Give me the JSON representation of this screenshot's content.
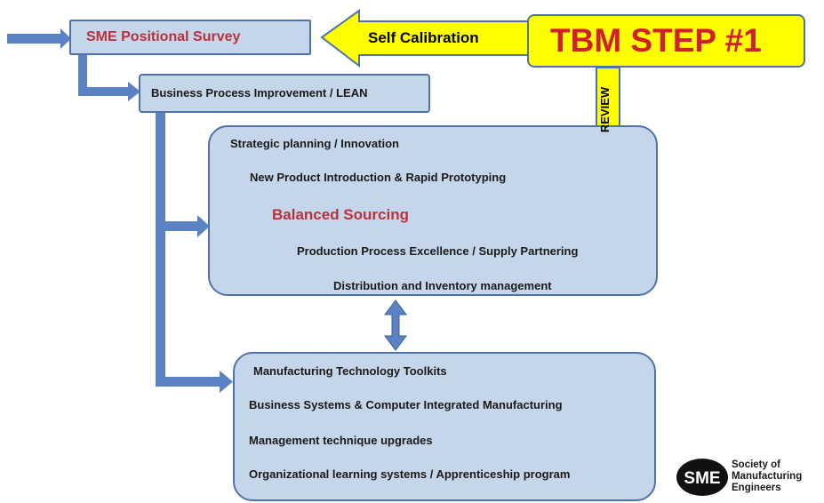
{
  "survey_box": {
    "label": "SME Positional Survey"
  },
  "bpi_box": {
    "label": "Business Process Improvement / LEAN"
  },
  "tbm_box": {
    "label": "TBM STEP #1"
  },
  "self_calibration": {
    "label": "Self Calibration"
  },
  "review": {
    "label": "REVIEW"
  },
  "strategic_box": {
    "items": [
      "Strategic planning / Innovation",
      "New Product Introduction & Rapid Prototyping",
      "Balanced Sourcing",
      "Production Process Excellence / Supply Partnering",
      "Distribution and Inventory management"
    ]
  },
  "toolkit_box": {
    "items": [
      "Manufacturing Technology Toolkits",
      "Business Systems & Computer Integrated Manufacturing",
      "Management technique upgrades",
      "Organizational learning systems / Apprenticeship program"
    ]
  },
  "logo": {
    "mark": "SME",
    "lines": [
      "Society of",
      "Manufacturing",
      "Engineers"
    ]
  },
  "colors": {
    "box_fill": "#c5d5ea",
    "box_border": "#4f73a8",
    "arrow_blue": "#5b82c4",
    "yellow": "#ffff00",
    "red_text": "#b8323c"
  }
}
